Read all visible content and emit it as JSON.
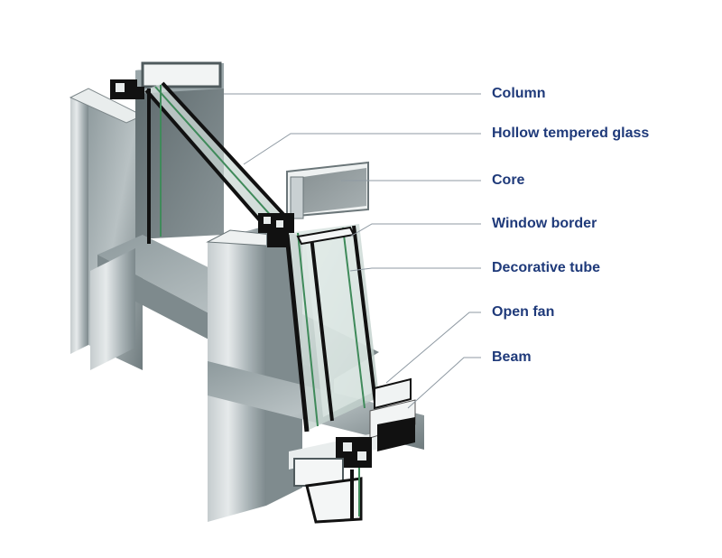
{
  "colors": {
    "label_text": "#1f3a7a",
    "leader_line": "#8f9aa3",
    "aluminium_light": "#d9dee0",
    "aluminium_mid": "#9aa5a9",
    "aluminium_dark": "#5e6a6e",
    "glass_edge": "#3f8a5a",
    "profile_black": "#111111"
  },
  "labels": {
    "column": "Column",
    "hollow_tempered_glass": "Hollow tempered glass",
    "core": "Core",
    "window_border": "Window border",
    "decorative_tube": "Decorative tube",
    "open_fan": "Open fan",
    "beam": "Beam"
  }
}
